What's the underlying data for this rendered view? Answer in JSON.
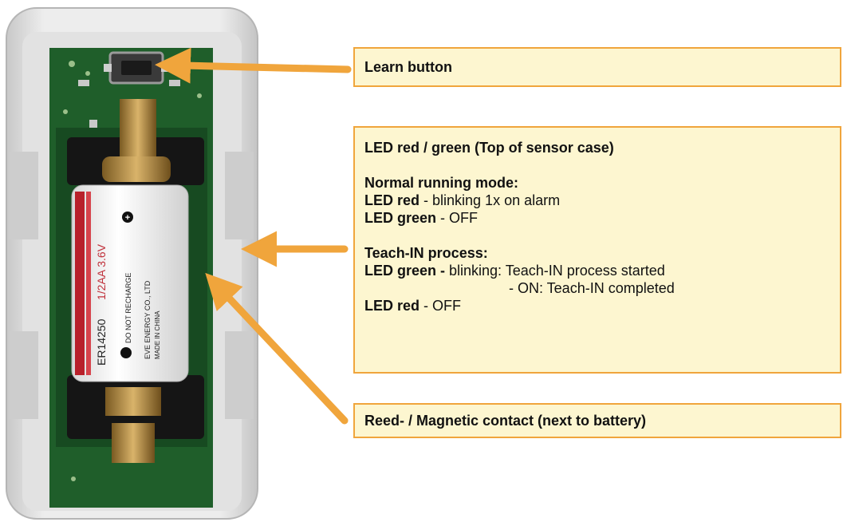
{
  "battery": {
    "model": "ER14250",
    "spec": "1/2AA 3.6V",
    "warning": "DO NOT RECHARGE",
    "maker": "EVE ENERGY CO., LTD",
    "origin": "MADE IN CHINA"
  },
  "colors": {
    "accent_arrow": "#f0a53c",
    "callout_fill": "#fdf6d0",
    "pcb_green": "#1f5e2a",
    "case_grey": "#d9d9d9"
  },
  "callouts": {
    "learn": {
      "title": "Learn button"
    },
    "led": {
      "title": "LED red / green (Top of sensor case)",
      "normal_heading": "Normal running mode:",
      "normal_red_label": "LED red",
      "normal_red_text": " - blinking 1x on alarm",
      "normal_green_label": "LED green",
      "normal_green_text": " - OFF",
      "teach_heading": "Teach-IN process:",
      "teach_green_label": "LED green -",
      "teach_green_text": " blinking: Teach-IN process started",
      "teach_green_text2": "- ON: Teach-IN completed",
      "teach_red_label": "LED red",
      "teach_red_text": " - OFF"
    },
    "reed": {
      "title": "Reed- / Magnetic contact (next to battery)"
    }
  }
}
